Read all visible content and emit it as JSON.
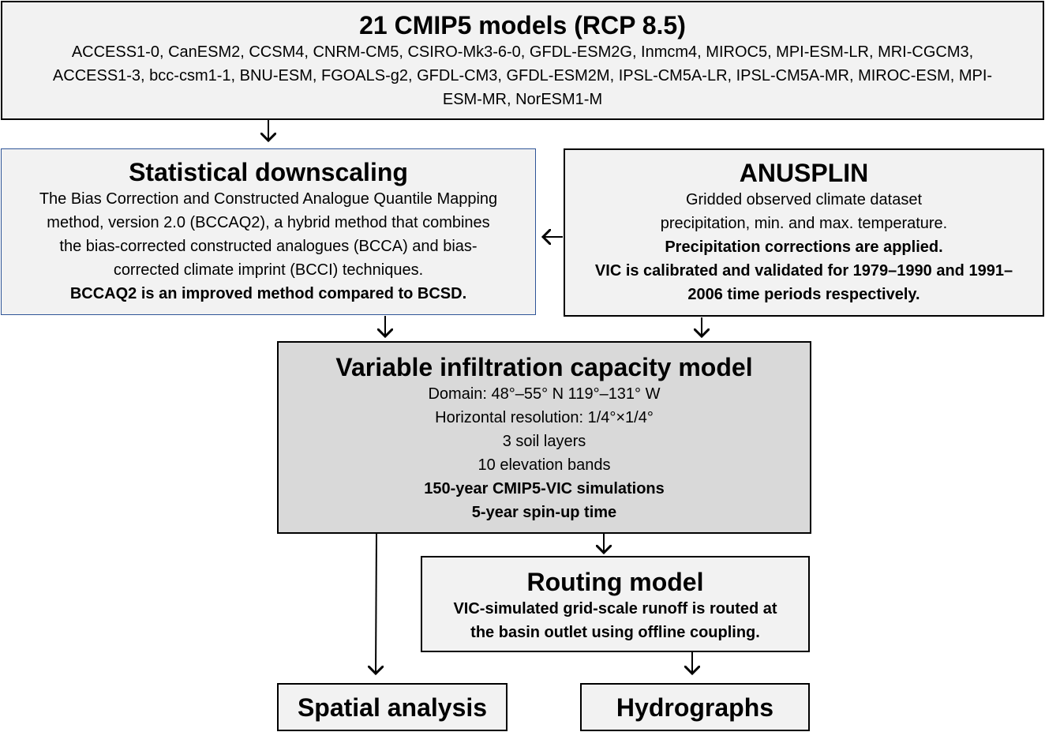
{
  "models": {
    "title": "21 CMIP5 models (RCP 8.5)",
    "lines": [
      "ACCESS1-0, CanESM2, CCSM4, CNRM-CM5, CSIRO-Mk3-6-0, GFDL-ESM2G, Inmcm4, MIROC5, MPI-ESM-LR, MRI-CGCM3,",
      "ACCESS1-3, bcc-csm1-1, BNU-ESM, FGOALS-g2, GFDL-CM3, GFDL-ESM2M, IPSL-CM5A-LR, IPSL-CM5A-MR, MIROC-ESM, MPI-",
      "ESM-MR, NorESM1-M"
    ]
  },
  "downscaling": {
    "title": "Statistical downscaling",
    "lines": [
      "The Bias Correction and Constructed Analogue Quantile Mapping",
      "method, version 2.0 (BCCAQ2), a hybrid method that combines",
      "the bias-corrected constructed analogues (BCCA) and bias-",
      "corrected climate imprint (BCCI) techniques."
    ],
    "bold": "BCCAQ2 is an improved method compared to BCSD."
  },
  "anusplin": {
    "title": "ANUSPLIN",
    "lines": [
      "Gridded observed climate dataset",
      "precipitation, min. and max. temperature."
    ],
    "bold": [
      "Precipitation corrections are applied.",
      "VIC is calibrated and validated for 1979–1990 and 1991–",
      "2006 time periods respectively."
    ]
  },
  "vic": {
    "title": "Variable infiltration capacity model",
    "lines": [
      "Domain: 48°–55° N  119°–131° W",
      "Horizontal  resolution: 1/4°×1/4°",
      "3 soil  layers",
      "10 elevation bands"
    ],
    "bold": [
      "150-year CMIP5-VIC simulations",
      "5-year spin-up time"
    ]
  },
  "routing": {
    "title": "Routing model",
    "bold": [
      "VIC-simulated grid-scale runoff is routed at",
      "the basin outlet using offline coupling."
    ]
  },
  "spatial": {
    "title": "Spatial analysis"
  },
  "hydro": {
    "title": "Hydrographs"
  }
}
